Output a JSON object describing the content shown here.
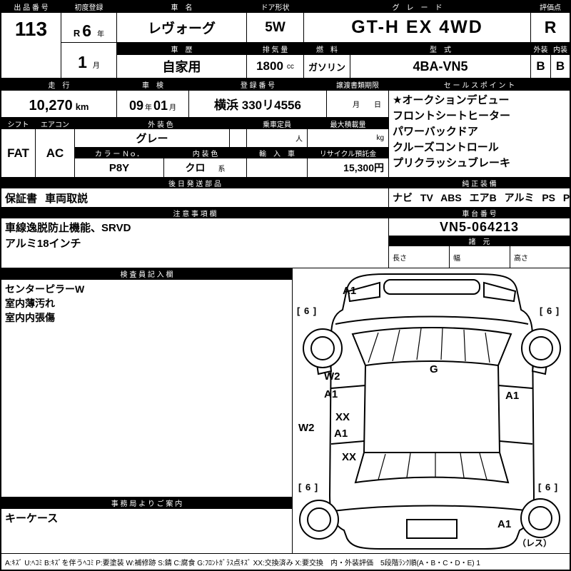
{
  "top": {
    "lot": {
      "label": "出 品 番 号",
      "value": "113"
    },
    "first_reg": {
      "label": "初度登録",
      "era": "R",
      "year": "6",
      "year_unit": "年",
      "month": "1",
      "month_unit": "月"
    },
    "car_name": {
      "label": "車　名",
      "value": "レヴォーグ"
    },
    "door": {
      "label": "ドア形状",
      "value": "5W"
    },
    "grade": {
      "label": "グ　レ　ー　ド",
      "value": "GT-H EX 4WD"
    },
    "score": {
      "label": "評価点",
      "value": "R"
    },
    "history": {
      "label": "車　歴",
      "value": "自家用"
    },
    "displacement": {
      "label": "排 気 量",
      "value": "1800",
      "unit": "cc"
    },
    "fuel": {
      "label": "燃　料",
      "value": "ガソリン"
    },
    "model": {
      "label": "型　式",
      "value": "4BA-VN5"
    },
    "exterior": {
      "label": "外装",
      "value": "B"
    },
    "interior": {
      "label": "内装",
      "value": "B"
    }
  },
  "reg": {
    "mileage": {
      "label": "走　行",
      "value": "10,270",
      "unit": "km"
    },
    "inspection": {
      "label": "車　検",
      "year": "09",
      "year_unit": "年",
      "month": "01",
      "month_unit": "月"
    },
    "reg_no": {
      "label": "登 録 番 号",
      "value": "横浜 330リ4556"
    },
    "deadline": {
      "label": "譲渡書類期限",
      "month_unit": "月",
      "day_unit": "日"
    },
    "sales": {
      "label": "セ ー ル ス ポ イ ン ト",
      "items": [
        "★オークションデビュー",
        "フロントシートヒーター",
        "パワーバックドア",
        "クルーズコントロール",
        "プリクラッシュブレーキ"
      ]
    }
  },
  "equip": {
    "shift": {
      "label": "シフト",
      "value": "FAT"
    },
    "aircon": {
      "label": "エアコン",
      "value": "AC"
    },
    "ext_color": {
      "label": "外 装 色",
      "value": "グレー"
    },
    "capacity": {
      "label": "乗車定員",
      "unit": "人"
    },
    "max_load": {
      "label": "最大積載量",
      "unit": "kg"
    },
    "color_no": {
      "label": "カ ラ ー Ｎｏ．",
      "value": "P8Y"
    },
    "int_color": {
      "label": "内 装 色",
      "value": "クロ",
      "suffix": "系"
    },
    "import": {
      "label": "輸　入　車"
    },
    "recycle": {
      "label": "リサイクル預託金",
      "value": "15,300円"
    }
  },
  "later_parts": {
    "label": "後 日 発 送 部 品",
    "value": "保証書 車両取説"
  },
  "genuine": {
    "label": "純 正 装 備",
    "value": "ナビ TV ABS エアB アルミ PS PW"
  },
  "cautions": {
    "label": "注 意 事 項 欄",
    "lines": [
      "車線逸脱防止機能、SRVD",
      "アルミ18インチ"
    ]
  },
  "vin": {
    "label": "車 台 番 号",
    "value": "VN5-064213"
  },
  "spec": {
    "label": "諸　元",
    "length_label": "長さ",
    "width_label": "幅",
    "height_label": "高さ"
  },
  "inspector": {
    "label": "検 査 員 記 入 欄",
    "lines": [
      "センターピラーW",
      "室内薄汚れ",
      "室内内張傷"
    ]
  },
  "office": {
    "label": "事 務 局 よ り ご 案 内",
    "value": "キーケース"
  },
  "diagram": {
    "labels": {
      "front_a1": "A1",
      "tl6": "[ 6 ]",
      "tr6": "[ 6 ]",
      "bl6": "[ 6 ]",
      "br6": "[ 6 ]",
      "w2_upper": "W2",
      "a1_upper": "A1",
      "g": "G",
      "a1_right": "A1",
      "w2_edge": "W2",
      "xx_mid": "XX",
      "a1_mid": "A1",
      "xx_low": "XX",
      "a1_rear": "A1",
      "res": "（レス）"
    }
  },
  "legend": {
    "text": "A:ｷｽﾞ U:ﾍｺﾐ B:ｷｽﾞを伴うﾍｺﾐ P:要塗装 W:補修跡 S:錆 C:腐食 G:ﾌﾛﾝﾄｶﾞﾗｽ点ｷｽﾞ XX:交換済み X:要交換　内・外装評価　5段階ﾗﾝｸ順(A・B・C・D・E) 1"
  }
}
